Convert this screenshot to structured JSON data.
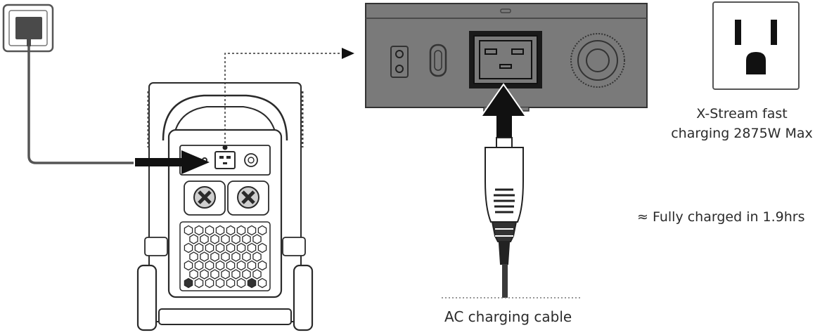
{
  "labels": {
    "fast_charging_line1": "X-Stream fast",
    "fast_charging_line2": "charging 2875W Max",
    "charge_time": "≈ Fully charged in 1.9hrs",
    "cable": "AC charging cable"
  },
  "icons": {
    "wall_outlet": "wall-outlet-icon",
    "us_socket": "us-outlet-icon",
    "power_station": "power-station-icon",
    "ac_input_port": "ac-input-port-icon",
    "plug": "ac-plug-icon"
  },
  "colors": {
    "panel": "#7a7a7a",
    "panel_dark": "#5f5f5f",
    "line": "#3a3a3a",
    "arrow": "#111111",
    "station_fill": "#ffffff",
    "station_stroke": "#2a2a2a"
  }
}
